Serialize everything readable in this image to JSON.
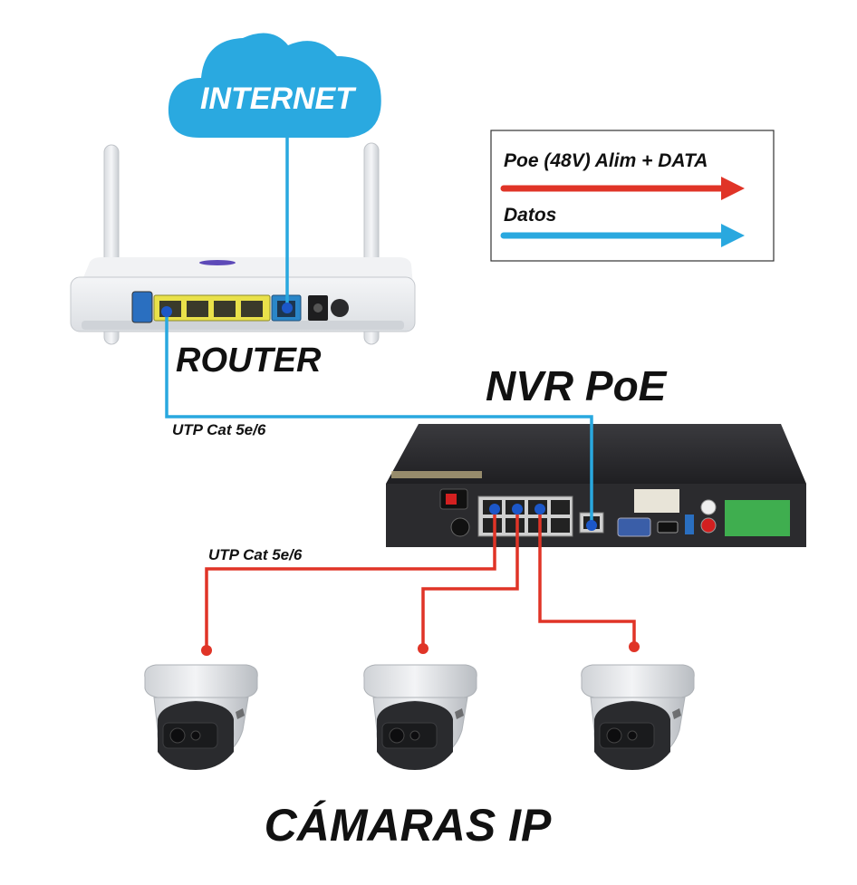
{
  "cloud": {
    "label": "INTERNET"
  },
  "devices": {
    "router": "ROUTER",
    "nvr": "NVR PoE",
    "cameras": "CÁMARAS IP"
  },
  "cables": {
    "router_nvr": "UTP Cat 5e/6",
    "nvr_cameras": "UTP Cat 5e/6"
  },
  "legend": {
    "items": [
      {
        "label": "Poe (48V) Alim + DATA",
        "color": "#e03427"
      },
      {
        "label": "Datos",
        "color": "#29a8df"
      }
    ]
  },
  "colors": {
    "poe": "#e03427",
    "data": "#29a8df",
    "cloud": "#2aa9e0",
    "router_lan_port": "#e9e14a",
    "router_wan_port": "#2a86c8",
    "nvr_body": "#2b2b2e"
  },
  "icons": [
    "cloud-icon",
    "router-icon",
    "nvr-icon",
    "dome-camera-icon"
  ]
}
